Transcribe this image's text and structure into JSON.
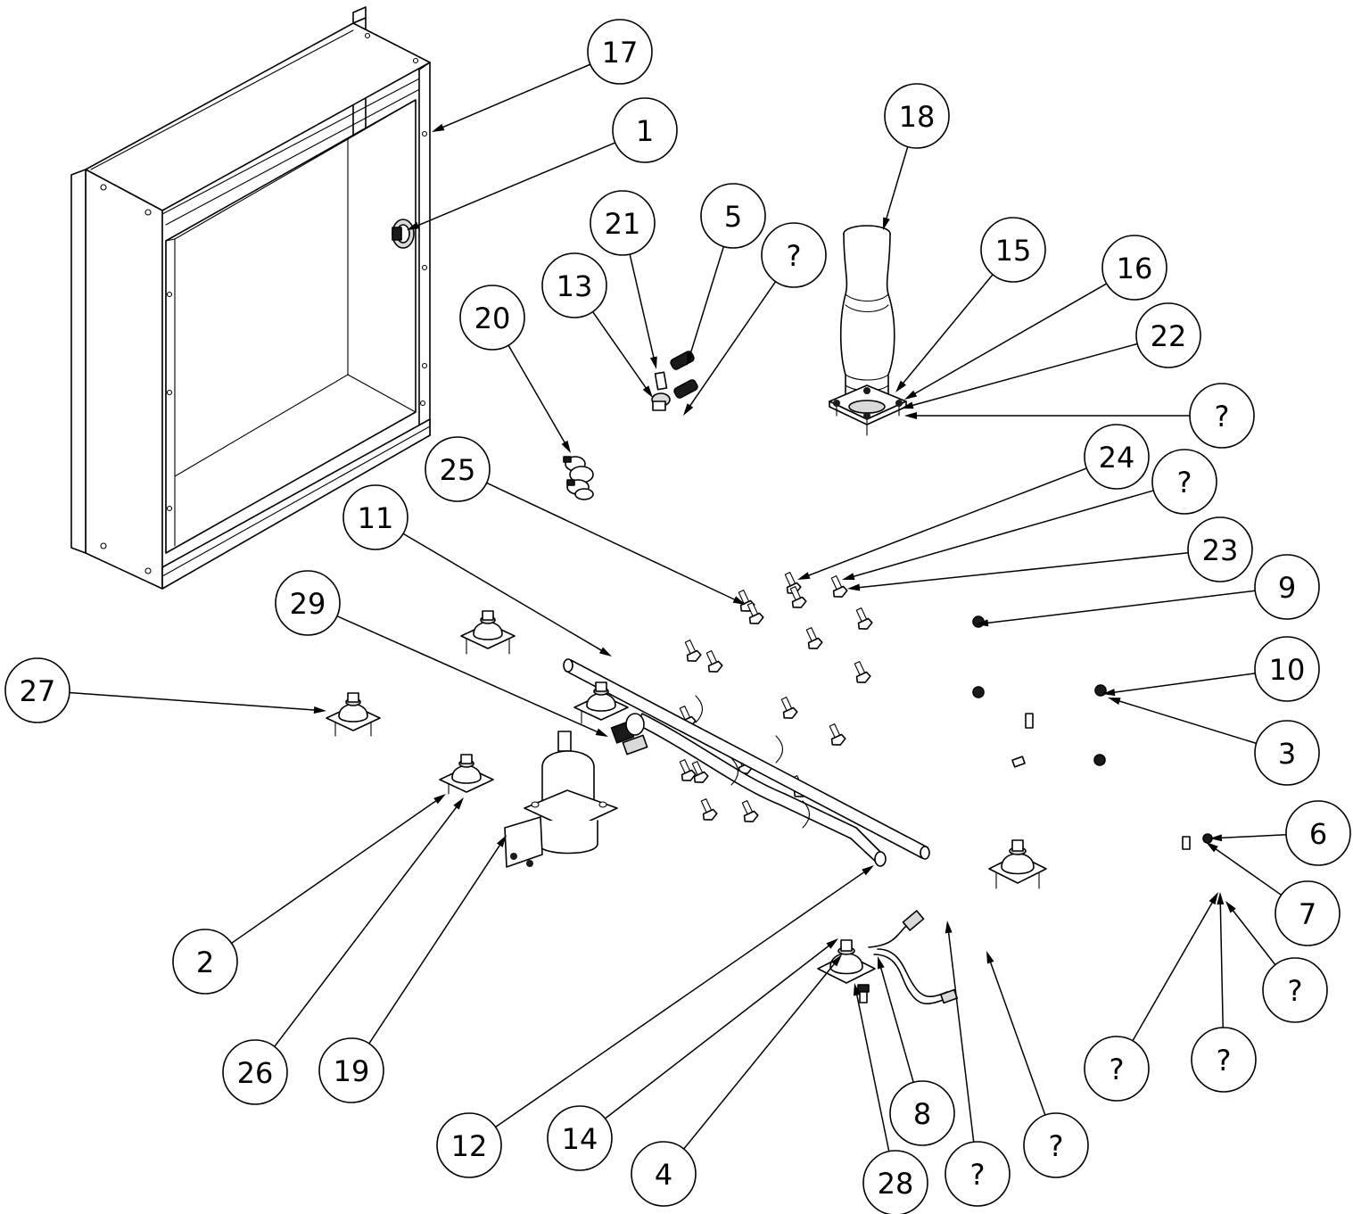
{
  "balloons": [
    {
      "id": "b17",
      "label": "17"
    },
    {
      "id": "b1",
      "label": "1"
    },
    {
      "id": "b18",
      "label": "18"
    },
    {
      "id": "b21",
      "label": "21"
    },
    {
      "id": "b5",
      "label": "5"
    },
    {
      "id": "bq1",
      "label": "?"
    },
    {
      "id": "b13",
      "label": "13"
    },
    {
      "id": "b20",
      "label": "20"
    },
    {
      "id": "b15",
      "label": "15"
    },
    {
      "id": "b16",
      "label": "16"
    },
    {
      "id": "b22",
      "label": "22"
    },
    {
      "id": "bq2",
      "label": "?"
    },
    {
      "id": "b24",
      "label": "24"
    },
    {
      "id": "bq3",
      "label": "?"
    },
    {
      "id": "b25",
      "label": "25"
    },
    {
      "id": "b11",
      "label": "11"
    },
    {
      "id": "b23",
      "label": "23"
    },
    {
      "id": "b29",
      "label": "29"
    },
    {
      "id": "b9",
      "label": "9"
    },
    {
      "id": "b27",
      "label": "27"
    },
    {
      "id": "b10",
      "label": "10"
    },
    {
      "id": "b3",
      "label": "3"
    },
    {
      "id": "b6",
      "label": "6"
    },
    {
      "id": "b7",
      "label": "7"
    },
    {
      "id": "b2",
      "label": "2"
    },
    {
      "id": "bq4",
      "label": "?"
    },
    {
      "id": "b26",
      "label": "26"
    },
    {
      "id": "b19",
      "label": "19"
    },
    {
      "id": "bq5",
      "label": "?"
    },
    {
      "id": "bq6",
      "label": "?"
    },
    {
      "id": "b8",
      "label": "8"
    },
    {
      "id": "bq7",
      "label": "?"
    },
    {
      "id": "b12",
      "label": "12"
    },
    {
      "id": "b14",
      "label": "14"
    },
    {
      "id": "b4",
      "label": "4"
    },
    {
      "id": "b28",
      "label": "28"
    },
    {
      "id": "bq8",
      "label": "?"
    }
  ]
}
